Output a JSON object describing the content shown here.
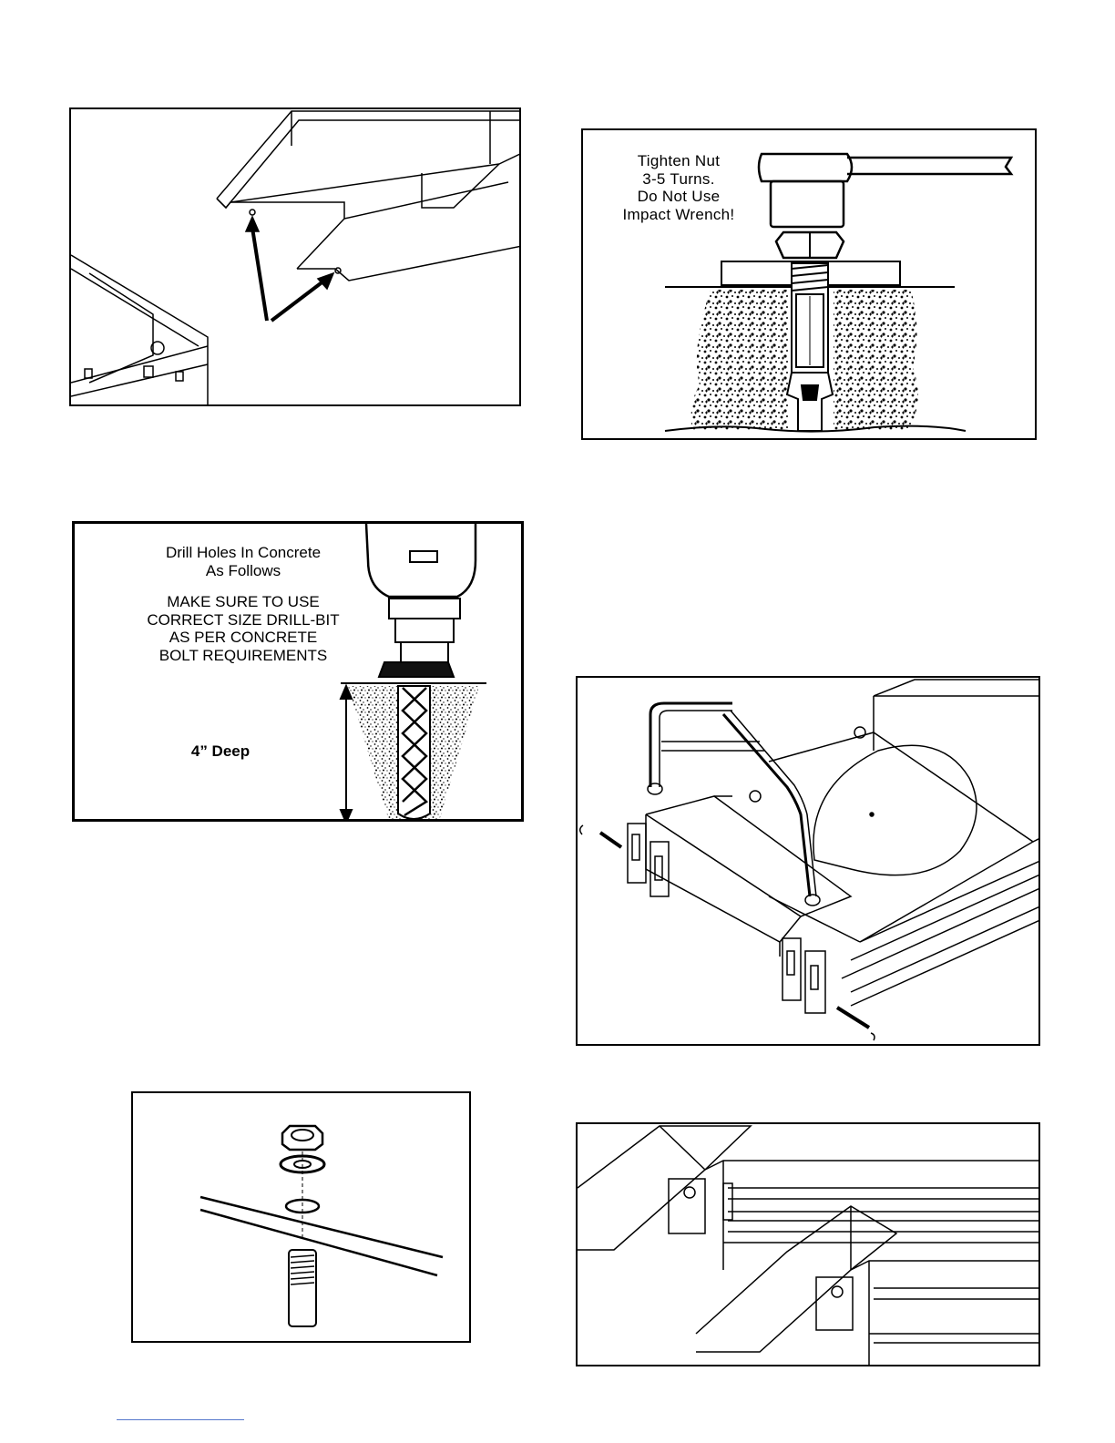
{
  "figures": {
    "ramp_holes": {},
    "tighten_nut": {
      "label_lines": [
        "Tighten Nut",
        "3-5 Turns.",
        "Do Not Use",
        "Impact Wrench!"
      ]
    },
    "drill_holes": {
      "heading_lines": [
        "Drill Holes In Concrete",
        "As Follows"
      ],
      "warning_lines": [
        "MAKE SURE TO USE",
        "CORRECT SIZE DRILL-BIT",
        "AS PER CONCRETE",
        "BOLT REQUIREMENTS"
      ],
      "depth_label": "4” Deep"
    },
    "turntable_assembly": {},
    "bolt_assembly": {},
    "ramp_hinge": {}
  }
}
